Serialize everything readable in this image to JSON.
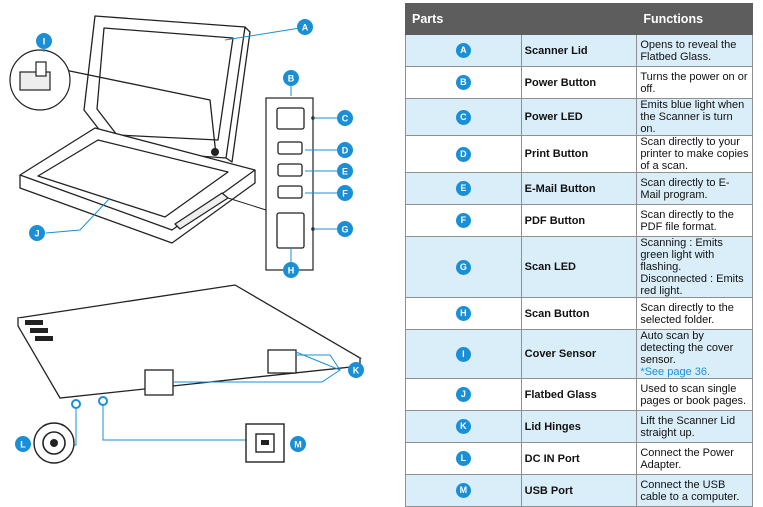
{
  "table": {
    "header_parts": "Parts",
    "header_functions": "Functions",
    "rows": [
      {
        "letter": "A",
        "name": "Scanner Lid",
        "function": "Opens to reveal the Flatbed Glass.",
        "link": ""
      },
      {
        "letter": "B",
        "name": "Power Button",
        "function": "Turns the power on or off.",
        "link": ""
      },
      {
        "letter": "C",
        "name": "Power LED",
        "function": "Emits blue light when the Scanner is turn on.",
        "link": ""
      },
      {
        "letter": "D",
        "name": "Print Button",
        "function": "Scan directly to your printer to make copies of a scan.",
        "link": ""
      },
      {
        "letter": "E",
        "name": "E-Mail Button",
        "function": "Scan directly to E-Mail program.",
        "link": ""
      },
      {
        "letter": "F",
        "name": "PDF Button",
        "function": "Scan directly to the PDF file format.",
        "link": ""
      },
      {
        "letter": "G",
        "name": "Scan LED",
        "function": "Scanning : Emits green light with flashing. Disconnected : Emits red light.",
        "link": ""
      },
      {
        "letter": "H",
        "name": "Scan Button",
        "function": "Scan directly to the selected folder.",
        "link": ""
      },
      {
        "letter": "I",
        "name": "Cover Sensor",
        "function": "Auto scan by detecting the cover sensor.",
        "link": "*See page 36."
      },
      {
        "letter": "J",
        "name": "Flatbed Glass",
        "function": "Used to scan single pages or book pages.",
        "link": ""
      },
      {
        "letter": "K",
        "name": "Lid Hinges",
        "function": "Lift the Scanner Lid straight up.",
        "link": ""
      },
      {
        "letter": "L",
        "name": "DC IN Port",
        "function": "Connect the Power Adapter.",
        "link": ""
      },
      {
        "letter": "M",
        "name": "USB Port",
        "function": "Connect the USB cable to a computer.",
        "link": ""
      }
    ]
  },
  "illustration": {
    "labels": [
      "A",
      "B",
      "C",
      "D",
      "E",
      "F",
      "G",
      "H",
      "I",
      "J",
      "K",
      "L",
      "M"
    ]
  },
  "colors": {
    "accent": "#1b8fd6",
    "header_bg": "#5d5d5d",
    "alt_row": "#daeefa"
  }
}
